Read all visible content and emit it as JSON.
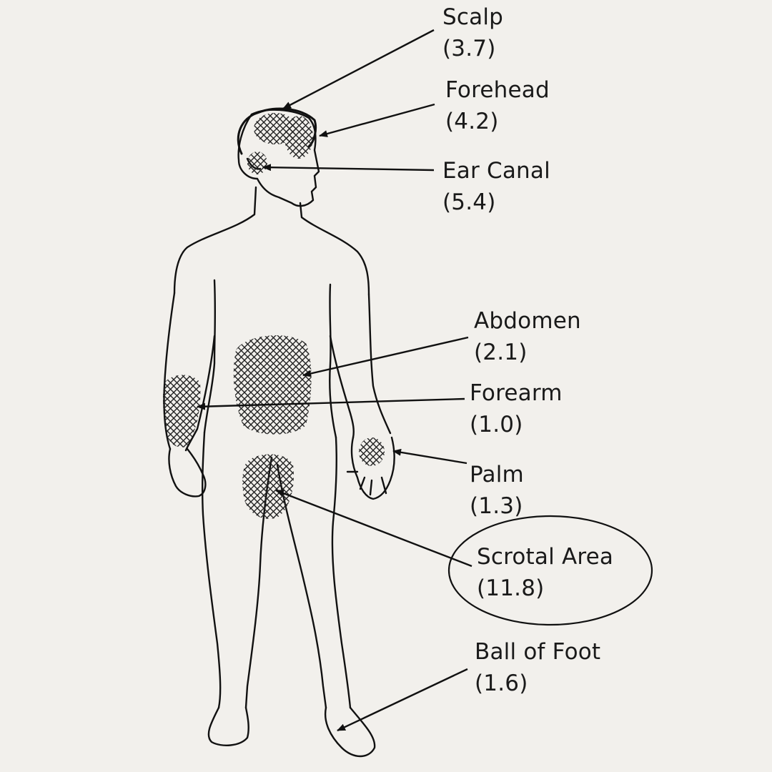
{
  "labels": [
    {
      "name": "Scalp",
      "value": "(3.7)"
    },
    {
      "name": "Forehead",
      "value": "(4.2)"
    },
    {
      "name": "Ear Canal",
      "value": "(5.4)"
    },
    {
      "name": "Abdomen",
      "value": "(2.1)"
    },
    {
      "name": "Forearm",
      "value": "(1.0)"
    },
    {
      "name": "Palm",
      "value": "(1.3)"
    },
    {
      "name": "Scrotal Area",
      "value": "(11.8)"
    },
    {
      "name": "Ball of Foot",
      "value": "(1.6)"
    }
  ],
  "colors": {
    "background": "#f2f0ec",
    "ink": "#1a1a1a"
  }
}
